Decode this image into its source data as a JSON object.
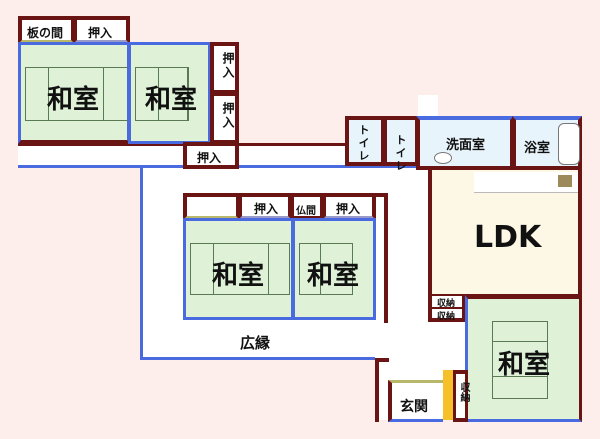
{
  "rooms": {
    "itanoma": "板の間",
    "oshiire": "押入",
    "washitsu": "和室",
    "toilet": "トイレ",
    "senmen": "洗面室",
    "yokushitsu": "浴室",
    "ldk": "LDK",
    "butsuma": "仏間",
    "hiroen": "広縁",
    "shuno": "収納",
    "genkan": "玄関"
  },
  "colors": {
    "wall": "#6b1414",
    "window": "#4a6ae0",
    "tatami": "#dff2d8",
    "ldk_floor": "#fdf7e6",
    "background": "#fdeeec",
    "entrance_step": "#f5c02a"
  }
}
